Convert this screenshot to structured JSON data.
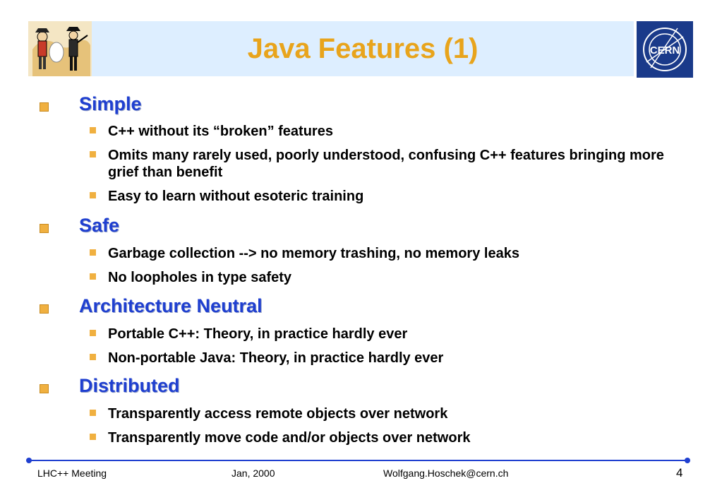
{
  "slide": {
    "title": "Java Features (1)"
  },
  "sections": [
    {
      "title": "Simple",
      "items": [
        "C++ without its “broken” features",
        "Omits many rarely used, poorly understood, confusing C++ features bringing more grief than benefit",
        "Easy to learn without esoteric training"
      ]
    },
    {
      "title": "Safe",
      "items": [
        "Garbage collection --> no memory trashing, no memory leaks",
        "No loopholes in type safety"
      ]
    },
    {
      "title": "Architecture Neutral",
      "items": [
        "Portable C++: Theory, in practice hardly ever",
        "Non-portable Java: Theory, in practice hardly ever"
      ]
    },
    {
      "title": "Distributed",
      "items": [
        "Transparently access remote objects over network",
        "Transparently move code and/or objects over network"
      ]
    }
  ],
  "footer": {
    "left": "LHC++ Meeting",
    "center": "Jan, 2000",
    "email": "Wolfgang.Hoschek@cern.ch",
    "page": "4"
  },
  "logo": {
    "text": "CERN",
    "color": "#1a3a8a"
  },
  "colors": {
    "title": "#e8a41c",
    "section": "#1f3fd0",
    "bullet": "#f0b040",
    "title_band": "#ddeeff"
  }
}
